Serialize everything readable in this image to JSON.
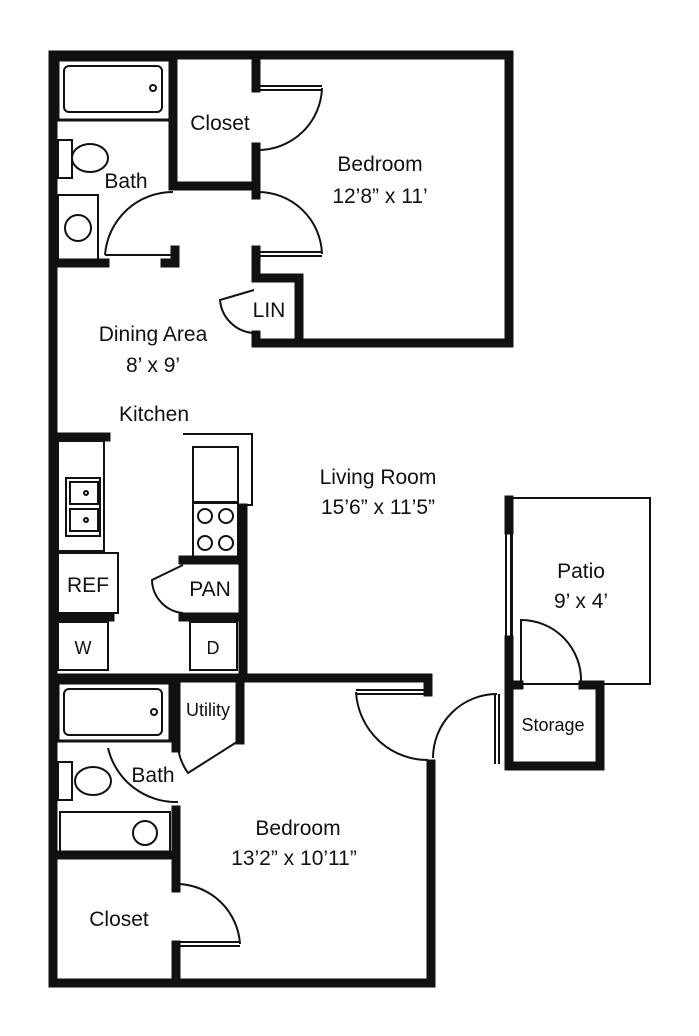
{
  "rooms": {
    "closet_top": "Closet",
    "bath_top": "Bath",
    "bedroom_top": "Bedroom",
    "bedroom_top_size": "12’8” x 11’",
    "lin": "LIN",
    "dining": "Dining Area",
    "dining_size": "8’ x 9’",
    "kitchen": "Kitchen",
    "living": "Living Room",
    "living_size": "15’6” x 11’5”",
    "ref": "REF",
    "pan": "PAN",
    "washer": "W",
    "dryer": "D",
    "patio": "Patio",
    "patio_size": "9’ x 4’",
    "storage": "Storage",
    "utility": "Utility",
    "bath_bottom": "Bath",
    "bedroom_bottom": "Bedroom",
    "bedroom_bottom_size": "13’2” x 10’11”",
    "closet_bottom": "Closet"
  },
  "colors": {
    "wall": "#111111",
    "background": "#ffffff"
  }
}
